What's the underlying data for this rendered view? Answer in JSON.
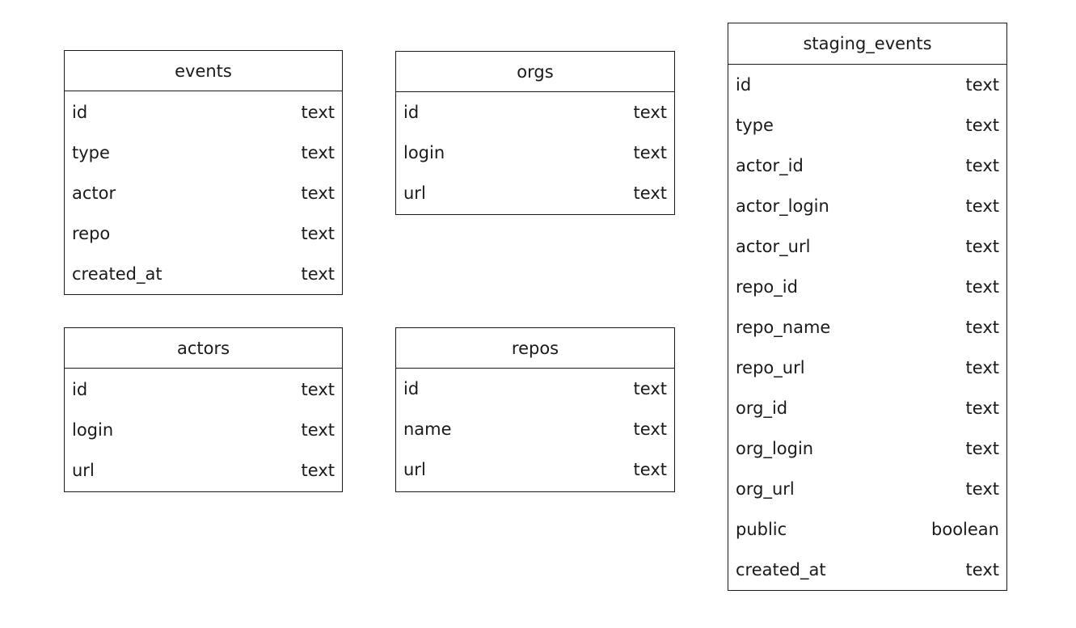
{
  "tables": [
    {
      "id": "events",
      "name": "events",
      "columns": [
        {
          "name": "id",
          "type": "text"
        },
        {
          "name": "type",
          "type": "text"
        },
        {
          "name": "actor",
          "type": "text"
        },
        {
          "name": "repo",
          "type": "text"
        },
        {
          "name": "created_at",
          "type": "text"
        }
      ]
    },
    {
      "id": "orgs",
      "name": "orgs",
      "columns": [
        {
          "name": "id",
          "type": "text"
        },
        {
          "name": "login",
          "type": "text"
        },
        {
          "name": "url",
          "type": "text"
        }
      ]
    },
    {
      "id": "actors",
      "name": "actors",
      "columns": [
        {
          "name": "id",
          "type": "text"
        },
        {
          "name": "login",
          "type": "text"
        },
        {
          "name": "url",
          "type": "text"
        }
      ]
    },
    {
      "id": "repos",
      "name": "repos",
      "columns": [
        {
          "name": "id",
          "type": "text"
        },
        {
          "name": "name",
          "type": "text"
        },
        {
          "name": "url",
          "type": "text"
        }
      ]
    },
    {
      "id": "staging",
      "name": "staging_events",
      "columns": [
        {
          "name": "id",
          "type": "text"
        },
        {
          "name": "type",
          "type": "text"
        },
        {
          "name": "actor_id",
          "type": "text"
        },
        {
          "name": "actor_login",
          "type": "text"
        },
        {
          "name": "actor_url",
          "type": "text"
        },
        {
          "name": "repo_id",
          "type": "text"
        },
        {
          "name": "repo_name",
          "type": "text"
        },
        {
          "name": "repo_url",
          "type": "text"
        },
        {
          "name": "org_id",
          "type": "text"
        },
        {
          "name": "org_login",
          "type": "text"
        },
        {
          "name": "org_url",
          "type": "text"
        },
        {
          "name": "public",
          "type": "boolean"
        },
        {
          "name": "created_at",
          "type": "text"
        }
      ]
    }
  ]
}
